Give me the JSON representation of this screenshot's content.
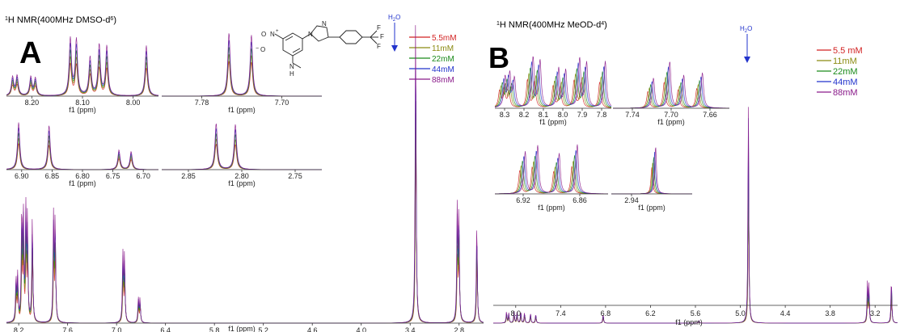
{
  "panels": [
    {
      "letter": "A",
      "title_main": "H NMR(400MHz DMSO-d",
      "title_sup_left": "1",
      "title_sup_right": "6",
      "title_close": ")",
      "water": "H2O",
      "legend": [
        {
          "label": "5.5mM",
          "color": "#d22222"
        },
        {
          "label": "11mM",
          "color": "#8a8a10"
        },
        {
          "label": "22mM",
          "color": "#1a8a1a"
        },
        {
          "label": "44mM",
          "color": "#2233cc"
        },
        {
          "label": "88mM",
          "color": "#8a1a8a"
        }
      ],
      "main_axis": {
        "xlabel": "f1 (ppm)",
        "ticks": [
          "8.2",
          "7.6",
          "7.0",
          "6.4",
          "5.8",
          "5.2",
          "4.6",
          "4.0",
          "3.4",
          "2.8"
        ],
        "reversed": true
      },
      "insets": [
        {
          "xlabel": "f1 (ppm)",
          "ticks": [
            "8.20",
            "8.10",
            "8.00"
          ]
        },
        {
          "xlabel": "f1 (ppm)",
          "ticks": [
            "7.78",
            "7.70"
          ]
        },
        {
          "xlabel": "f1 (ppm)",
          "ticks": [
            "6.90",
            "6.85",
            "6.80",
            "6.75",
            "6.70"
          ]
        },
        {
          "xlabel": "f1 (ppm)",
          "ticks": [
            "2.85",
            "2.80",
            "2.75"
          ]
        }
      ]
    },
    {
      "letter": "B",
      "title_main": "H NMR(400MHz MeOD-d",
      "title_sup_left": "1",
      "title_sup_right": "4",
      "title_close": ")",
      "water": "H2O",
      "legend": [
        {
          "label": "5.5 mM",
          "color": "#d22222"
        },
        {
          "label": "11mM",
          "color": "#8a8a10"
        },
        {
          "label": "22mM",
          "color": "#1a8a1a"
        },
        {
          "label": "44mM",
          "color": "#2233cc"
        },
        {
          "label": "88mM",
          "color": "#8a1a8a"
        }
      ],
      "main_axis": {
        "xlabel": "f1 (ppm)",
        "ticks": [
          "8.0",
          "7.4",
          "6.8",
          "6.2",
          "5.6",
          "5.0",
          "4.4",
          "3.8",
          "3.2"
        ],
        "reversed": true
      },
      "insets": [
        {
          "xlabel": "f1 (ppm)",
          "ticks": [
            "8.3",
            "8.2",
            "8.1",
            "8.0",
            "7.9",
            "7.8"
          ]
        },
        {
          "xlabel": "f1 (ppm)",
          "ticks": [
            "7.74",
            "7.70",
            "7.66"
          ]
        },
        {
          "xlabel": "f1 (ppm)",
          "ticks": [
            "6.92",
            "6.86"
          ]
        },
        {
          "xlabel": "f1 (ppm)",
          "ticks": [
            "2.94"
          ]
        }
      ]
    }
  ],
  "molecule": {
    "atoms": [
      "N",
      "O",
      "O",
      "N",
      "N",
      "N",
      "H",
      "F",
      "F",
      "F"
    ],
    "charges": [
      "+",
      "−"
    ]
  },
  "chart_data": [
    {
      "type": "line",
      "series": [
        {
          "name": "5.5mM",
          "color": "#d22222"
        },
        {
          "name": "11mM",
          "color": "#8a8a10"
        },
        {
          "name": "22mM",
          "color": "#1a8a1a"
        },
        {
          "name": "44mM",
          "color": "#2233cc"
        },
        {
          "name": "88mM",
          "color": "#8a1a8a"
        }
      ],
      "xlabel": "f1 (ppm)",
      "xlim": [
        8.35,
        2.5
      ],
      "legend_position": "top-right",
      "peaks": [
        {
          "ppm": 8.23,
          "height": 0.35
        },
        {
          "ppm": 8.21,
          "height": 0.37
        },
        {
          "ppm": 8.16,
          "height": 0.88
        },
        {
          "ppm": 8.14,
          "height": 0.86
        },
        {
          "ppm": 8.11,
          "height": 0.9
        },
        {
          "ppm": 8.09,
          "height": 0.82
        },
        {
          "ppm": 8.03,
          "height": 0.87
        },
        {
          "ppm": 7.77,
          "height": 0.86
        },
        {
          "ppm": 7.75,
          "height": 0.84
        },
        {
          "ppm": 6.92,
          "height": 0.56
        },
        {
          "ppm": 6.9,
          "height": 0.54
        },
        {
          "ppm": 6.73,
          "height": 0.2
        },
        {
          "ppm": 6.71,
          "height": 0.19
        },
        {
          "ppm": 3.33,
          "height": 2.6
        },
        {
          "ppm": 2.82,
          "height": 0.92
        },
        {
          "ppm": 2.8,
          "height": 0.9
        },
        {
          "ppm": 2.58,
          "height": 0.83
        }
      ]
    },
    {
      "type": "line",
      "series": [
        {
          "name": "5.5 mM",
          "color": "#d22222"
        },
        {
          "name": "11mM",
          "color": "#8a8a10"
        },
        {
          "name": "22mM",
          "color": "#1a8a1a"
        },
        {
          "name": "44mM",
          "color": "#2233cc"
        },
        {
          "name": "88mM",
          "color": "#8a1a8a"
        }
      ],
      "xlabel": "f1 (ppm)",
      "xlim": [
        8.3,
        2.9
      ],
      "legend_position": "top-right",
      "peaks": [
        {
          "ppm": 8.12,
          "height": 0.14
        },
        {
          "ppm": 8.09,
          "height": 0.12
        },
        {
          "ppm": 8.02,
          "height": 0.15
        },
        {
          "ppm": 7.98,
          "height": 0.13
        },
        {
          "ppm": 7.93,
          "height": 0.14
        },
        {
          "ppm": 7.88,
          "height": 0.13
        },
        {
          "ppm": 7.8,
          "height": 0.12
        },
        {
          "ppm": 7.73,
          "height": 0.11
        },
        {
          "ppm": 6.83,
          "height": 0.11
        },
        {
          "ppm": 5.55,
          "height": 0.03
        },
        {
          "ppm": 4.89,
          "height": 2.8
        },
        {
          "ppm": 3.3,
          "height": 0.48
        },
        {
          "ppm": 3.28,
          "height": 0.46
        },
        {
          "ppm": 2.98,
          "height": 0.55
        }
      ]
    }
  ]
}
